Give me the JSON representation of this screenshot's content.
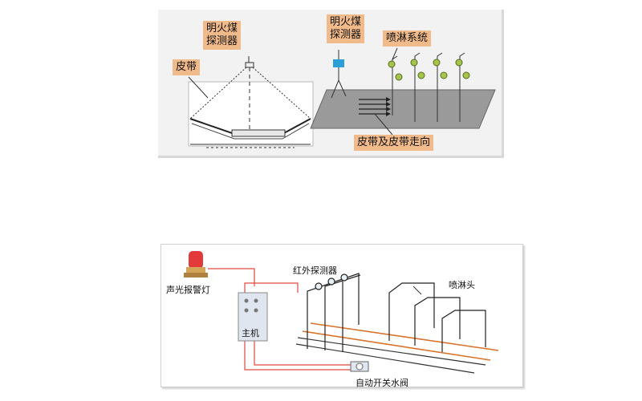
{
  "top_diagram": {
    "label_detector_left": "明火煤\n探测器",
    "label_belt": "皮带",
    "label_detector_right": "明火煤\n探测器",
    "label_spray_system": "喷淋系统",
    "label_belt_direction": "皮带及皮带走向"
  },
  "bottom_diagram": {
    "label_alarm_light": "声光报警灯",
    "label_infrared_detector": "红外探测器",
    "label_spray_head": "喷淋头",
    "label_host": "主机",
    "label_valve": "自动开关水阀"
  }
}
